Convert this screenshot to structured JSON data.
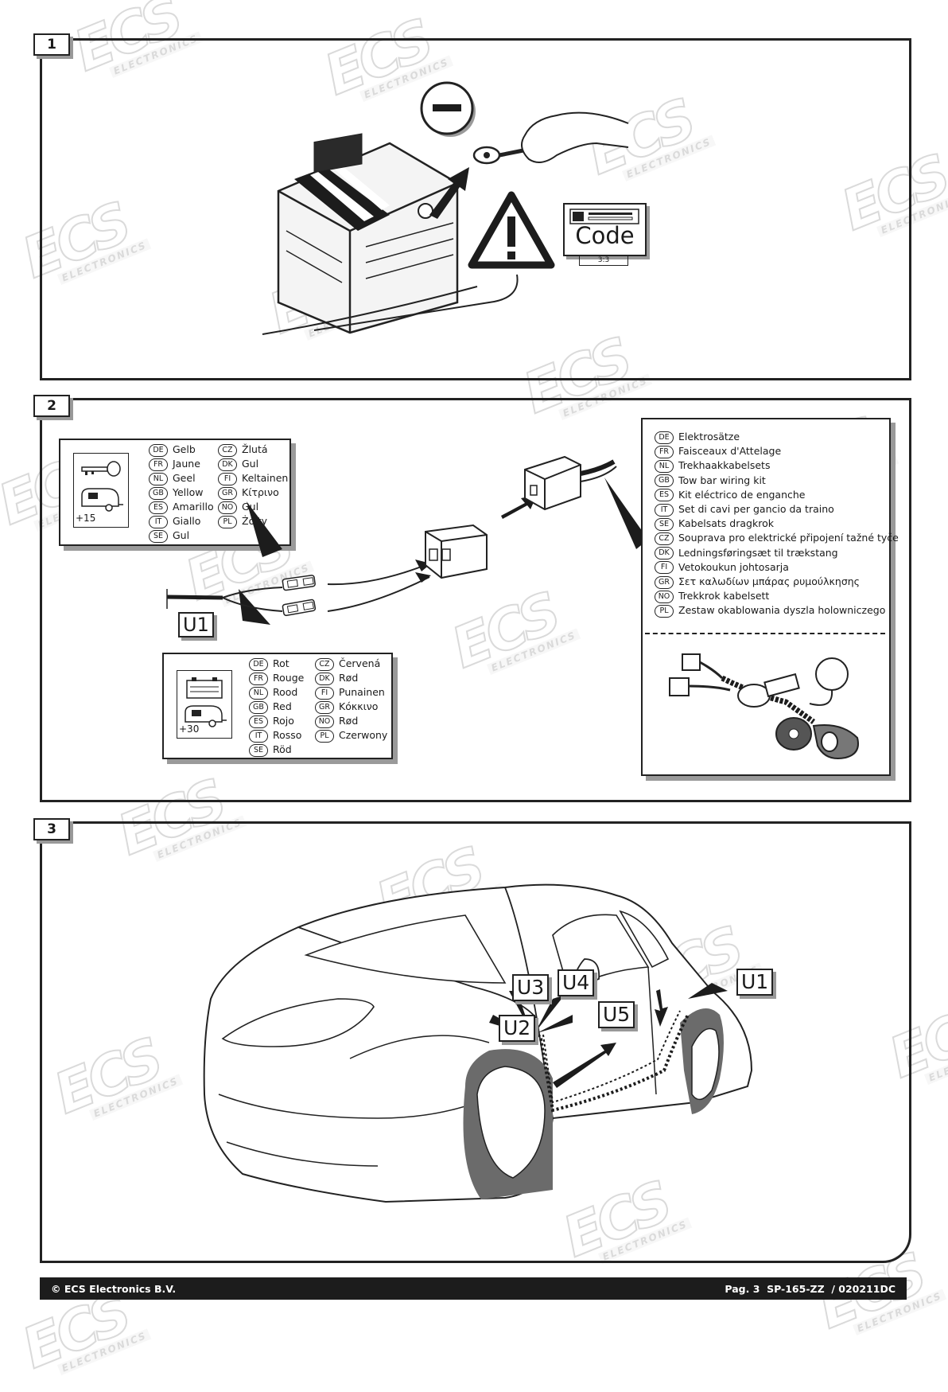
{
  "watermark": {
    "brand": "ECS",
    "subtitle": "ELECTRONICS"
  },
  "steps": [
    "1",
    "2",
    "3"
  ],
  "step1": {
    "code_label": "Code",
    "code_sub": "3:3"
  },
  "step2": {
    "yellow_box": {
      "power_label": "+15",
      "col1": [
        {
          "code": "DE",
          "text": "Gelb"
        },
        {
          "code": "FR",
          "text": "Jaune"
        },
        {
          "code": "NL",
          "text": "Geel"
        },
        {
          "code": "GB",
          "text": "Yellow"
        },
        {
          "code": "ES",
          "text": "Amarillo"
        },
        {
          "code": "IT",
          "text": "Giallo"
        },
        {
          "code": "SE",
          "text": "Gul"
        }
      ],
      "col2": [
        {
          "code": "CZ",
          "text": "Žlutá"
        },
        {
          "code": "DK",
          "text": "Gul"
        },
        {
          "code": "FI",
          "text": "Keltainen"
        },
        {
          "code": "GR",
          "text": "Κίτρινο"
        },
        {
          "code": "NO",
          "text": "Gul"
        },
        {
          "code": "PL",
          "text": "Żółty"
        }
      ]
    },
    "red_box": {
      "power_label": "+30",
      "col1": [
        {
          "code": "DE",
          "text": "Rot"
        },
        {
          "code": "FR",
          "text": "Rouge"
        },
        {
          "code": "NL",
          "text": "Rood"
        },
        {
          "code": "GB",
          "text": "Red"
        },
        {
          "code": "ES",
          "text": "Rojo"
        },
        {
          "code": "IT",
          "text": "Rosso"
        },
        {
          "code": "SE",
          "text": "Röd"
        }
      ],
      "col2": [
        {
          "code": "CZ",
          "text": "Červená"
        },
        {
          "code": "DK",
          "text": "Rød"
        },
        {
          "code": "FI",
          "text": "Punainen"
        },
        {
          "code": "GR",
          "text": "Κόκκινο"
        },
        {
          "code": "NO",
          "text": "Rød"
        },
        {
          "code": "PL",
          "text": "Czerwony"
        }
      ]
    },
    "u1_label": "U1",
    "kit_box": [
      {
        "code": "DE",
        "text": "Elektrosätze"
      },
      {
        "code": "FR",
        "text": "Faisceaux d'Attelage"
      },
      {
        "code": "NL",
        "text": "Trekhaakkabelsets"
      },
      {
        "code": "GB",
        "text": "Tow bar wiring kit"
      },
      {
        "code": "ES",
        "text": "Kit eléctrico de enganche"
      },
      {
        "code": "IT",
        "text": "Set di cavi per gancio da traino"
      },
      {
        "code": "SE",
        "text": "Kabelsats dragkrok"
      },
      {
        "code": "CZ",
        "text": "Souprava pro elektrické připojení tažné tyče"
      },
      {
        "code": "DK",
        "text": "Ledningsføringsæt til trækstang"
      },
      {
        "code": "FI",
        "text": "Vetokoukun johtosarja"
      },
      {
        "code": "GR",
        "text": "Σετ καλωδίων μπάρας ρυμούλκησης"
      },
      {
        "code": "NO",
        "text": "Trekkrok kabelsett"
      },
      {
        "code": "PL",
        "text": "Zestaw okablowania dyszla holowniczego"
      }
    ]
  },
  "step3": {
    "labels": {
      "u1": "U1",
      "u2": "U2",
      "u3": "U3",
      "u4": "U4",
      "u5": "U5"
    }
  },
  "footer": {
    "left": "© ECS Electronics B.V.",
    "right": "Pag. 3  SP-165-ZZ  / 020211DC"
  }
}
